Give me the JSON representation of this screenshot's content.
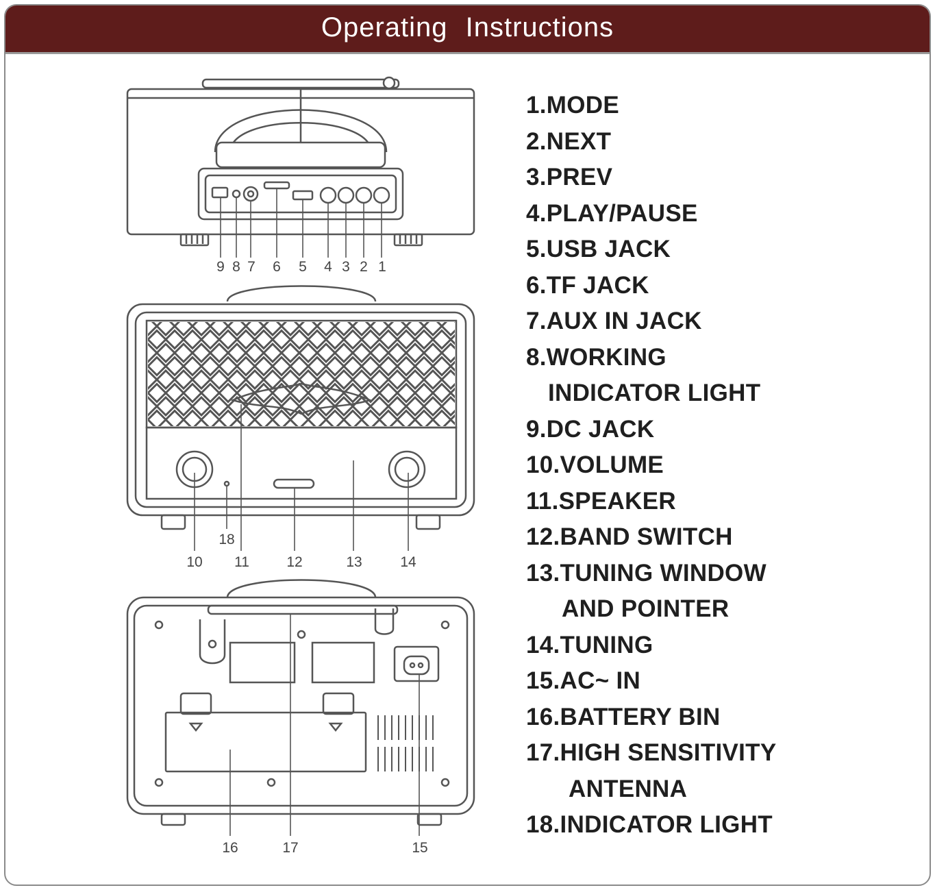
{
  "header": {
    "title": "Operating  Instructions"
  },
  "legend": [
    {
      "lines": [
        "1.MODE"
      ]
    },
    {
      "lines": [
        "2.NEXT"
      ]
    },
    {
      "lines": [
        "3.PREV"
      ]
    },
    {
      "lines": [
        "4.PLAY/PAUSE"
      ]
    },
    {
      "lines": [
        "5.USB JACK"
      ]
    },
    {
      "lines": [
        "6.TF JACK"
      ]
    },
    {
      "lines": [
        "7.AUX IN JACK"
      ]
    },
    {
      "lines": [
        "8.WORKING",
        "INDICATOR LIGHT"
      ]
    },
    {
      "lines": [
        "9.DC JACK"
      ]
    },
    {
      "lines": [
        "10.VOLUME"
      ]
    },
    {
      "lines": [
        "11.SPEAKER"
      ]
    },
    {
      "lines": [
        "12.BAND SWITCH"
      ]
    },
    {
      "lines": [
        "13.TUNING WINDOW",
        "AND POINTER"
      ]
    },
    {
      "lines": [
        "14.TUNING"
      ]
    },
    {
      "lines": [
        "15.AC~ IN"
      ]
    },
    {
      "lines": [
        "16.BATTERY BIN"
      ]
    },
    {
      "lines": [
        "17.HIGH SENSITIVITY",
        "ANTENNA"
      ]
    },
    {
      "lines": [
        "18.INDICATOR LIGHT"
      ]
    }
  ],
  "callouts": {
    "top": [
      "9",
      "8",
      "7",
      "6",
      "5",
      "4",
      "3",
      "2",
      "1"
    ],
    "front": [
      "18",
      "10",
      "11",
      "12",
      "13",
      "14"
    ],
    "back": [
      "16",
      "17",
      "15"
    ]
  },
  "colors": {
    "header_bg": "#5e1c1b",
    "line": "#555555",
    "text": "#1f1f1f"
  }
}
